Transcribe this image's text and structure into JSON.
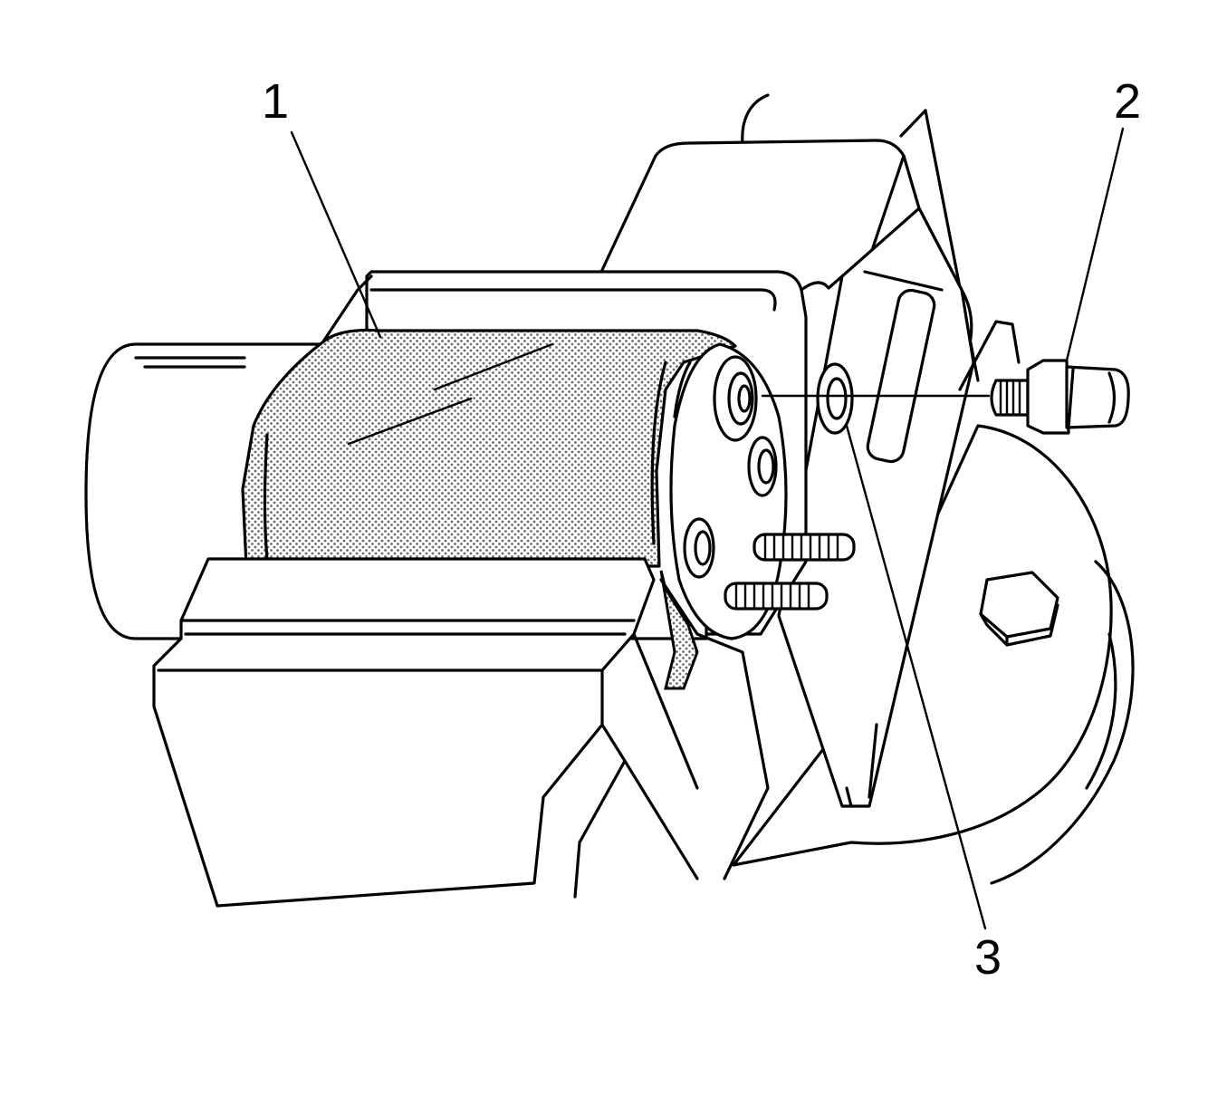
{
  "figure": {
    "callouts": [
      {
        "id": "1",
        "label": "1"
      },
      {
        "id": "2",
        "label": "2"
      },
      {
        "id": "3",
        "label": "3"
      }
    ],
    "colors": {
      "line": "#000000",
      "background": "#ffffff",
      "texture": "#9a9a9a"
    }
  }
}
